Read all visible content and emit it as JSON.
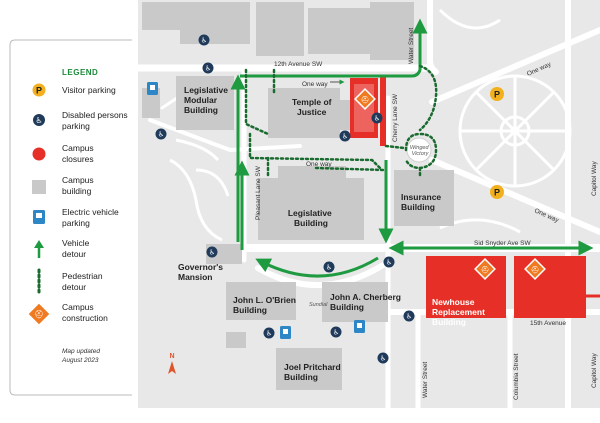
{
  "legend": {
    "title": "LEGEND",
    "items": [
      {
        "icon": "parking-p-icon",
        "label_lines": [
          "Visitor parking"
        ]
      },
      {
        "icon": "wheelchair-icon",
        "label_lines": [
          "Disabled persons",
          "parking"
        ]
      },
      {
        "icon": "closure-dot-icon",
        "label_lines": [
          "Campus",
          "closures"
        ]
      },
      {
        "icon": "building-square-icon",
        "label_lines": [
          "Campus",
          "building"
        ]
      },
      {
        "icon": "ev-charger-icon",
        "label_lines": [
          "Electric vehicle",
          "parking"
        ]
      },
      {
        "icon": "arrow-up-icon",
        "label_lines": [
          "Vehicle",
          "detour"
        ]
      },
      {
        "icon": "dotted-line-icon",
        "label_lines": [
          "Pedestrian",
          "detour"
        ]
      },
      {
        "icon": "construction-diamond-icon",
        "label_lines": [
          "Campus",
          "construction"
        ]
      }
    ],
    "note_lines": [
      "Map updated",
      "August 2023"
    ]
  },
  "north_label": "N",
  "buildings": {
    "legislative_modular": [
      "Legislative",
      "Modular",
      "Building"
    ],
    "temple_of_justice": [
      "Temple of",
      "Justice"
    ],
    "legislative": [
      "Legislative",
      "Building"
    ],
    "insurance": [
      "Insurance",
      "Building"
    ],
    "governors_mansion": [
      "Governor's",
      "Mansion"
    ],
    "john_l_obrien": [
      "John L. O'Brien",
      "Building"
    ],
    "john_a_cherberg": [
      "John A. Cherberg",
      "Building"
    ],
    "newhouse_replacement": [
      "Newhouse",
      "Replacement",
      "Building"
    ],
    "joel_pritchard": [
      "Joel Pritchard",
      "Building"
    ]
  },
  "streets": {
    "twelfth_avenue": "12th Avenue SW",
    "water_street_north": "Water Street",
    "cherry_lane": "Cherry Lane SW",
    "pleasant_lane": "Pleasant Lane SW",
    "sid_snyder": "Sid Snyder Ave SW",
    "fifteenth_avenue": "15th Avenue",
    "water_street_south": "Water Street",
    "columbia_street": "Columbia Street",
    "capitol_way_south": "Capitol Way",
    "capitol_way_north": "Capitol Way",
    "one_way_1": "One way",
    "one_way_2": "One way",
    "one_way_3": "One way",
    "one_way_4": "One way"
  },
  "landmarks": {
    "winged_victory": [
      "Winged",
      "Victory"
    ],
    "sundial": "Sundial"
  },
  "colors": {
    "green": "#1e9a41",
    "dark_green": "#1a6b2f",
    "building_gray": "#c9c9c9",
    "ground_gray": "#e9e9e9",
    "closure_red": "#e63027",
    "construction_orange": "#f07a22",
    "parking_yellow": "#f2b01e",
    "navy": "#1f3a5a",
    "ev_blue": "#2d86c5"
  }
}
